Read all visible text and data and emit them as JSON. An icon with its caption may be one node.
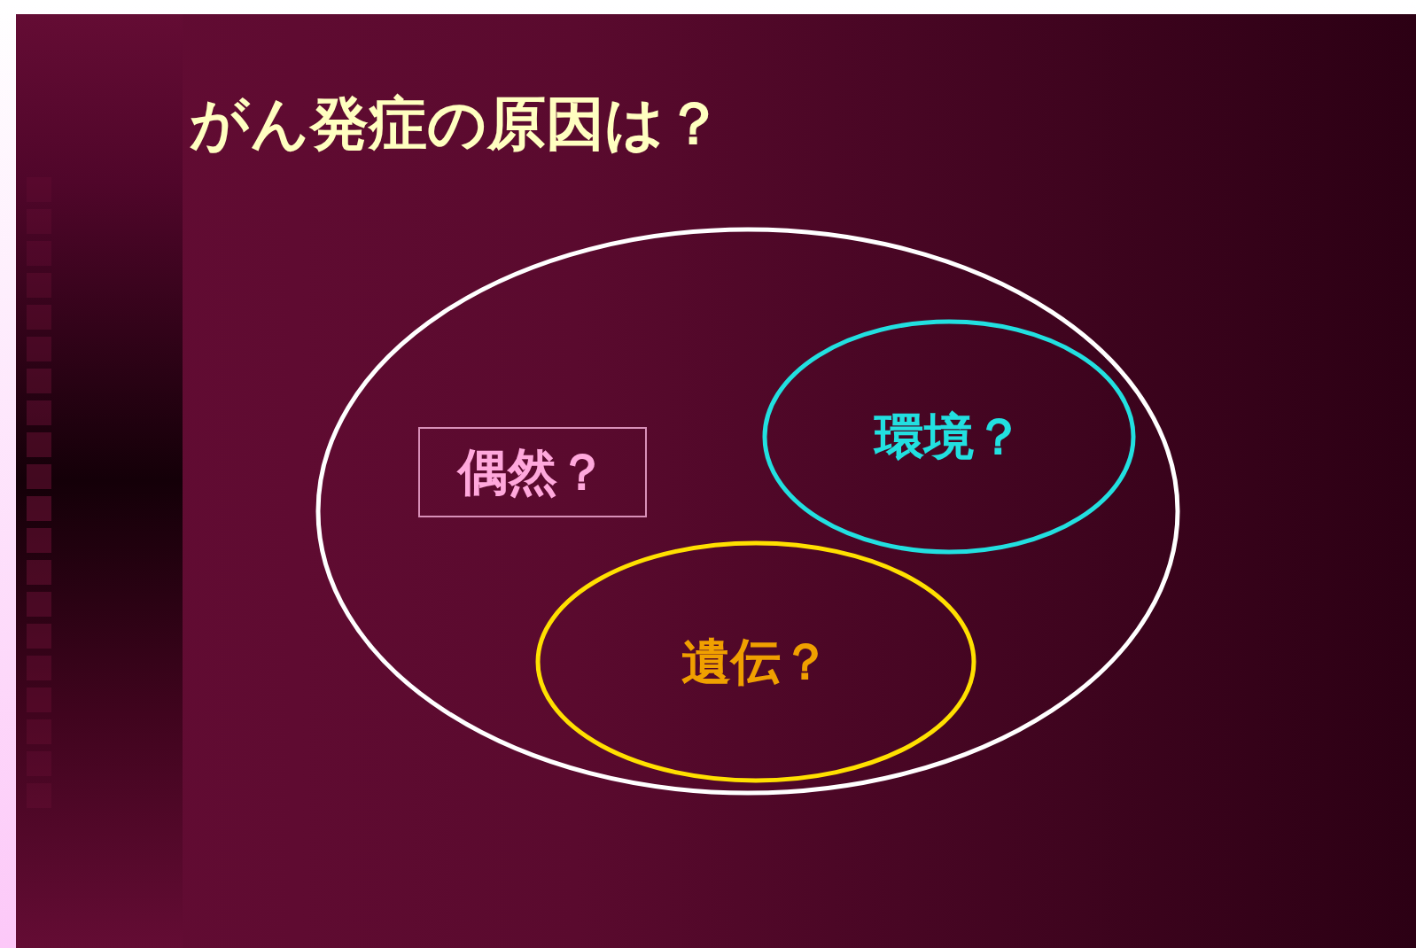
{
  "diagram": {
    "title": "がん発症の原因は？",
    "nodes": [
      {
        "text": [],
        "shape": "ellipse"
      },
      {
        "text": [
          "偶然？"
        ],
        "in": 0
      },
      {
        "text": [
          "環境？"
        ],
        "in": 0
      },
      {
        "text": [
          "遺伝？"
        ],
        "in": 0
      }
    ]
  }
}
